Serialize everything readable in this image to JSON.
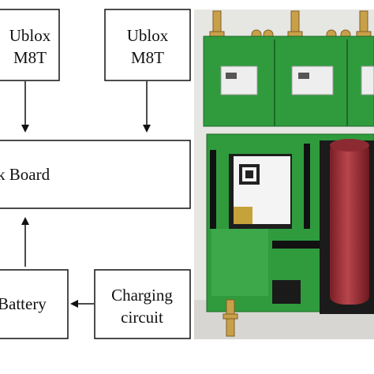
{
  "diagram": {
    "boxes": {
      "ublox_left": {
        "line1": "Ublox",
        "line2": "M8T"
      },
      "ublox_right": {
        "line1": "Ublox",
        "line2": "M8T"
      },
      "board": {
        "label": "k Board"
      },
      "battery": {
        "label": "Battery"
      },
      "charging": {
        "line1": "Charging",
        "line2": "circuit"
      }
    },
    "photo": {
      "description": "Photograph of green PCB assembly with three GNSS modules, wireless module and cylindrical battery",
      "colors": {
        "pcb": "#2e9a3c",
        "battery": "#a8343c",
        "background": "#e8e8e6"
      }
    }
  }
}
